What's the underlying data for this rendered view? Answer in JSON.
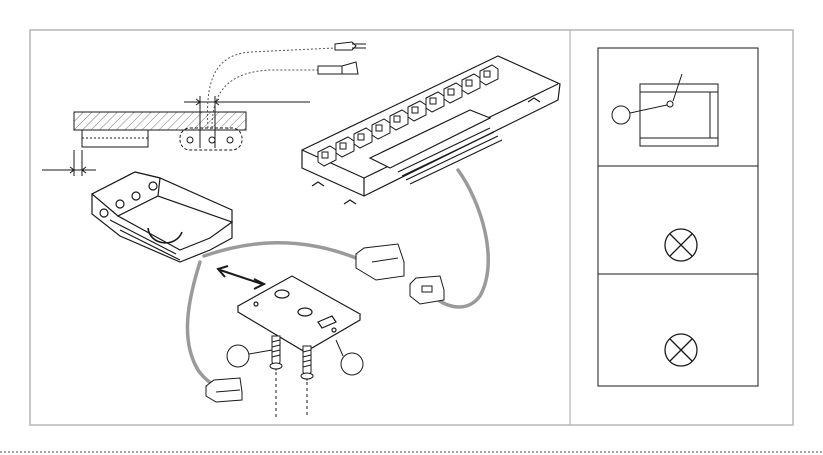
{
  "figure": {
    "type": "installation-diagram",
    "colors": {
      "line": "#1a1a1a",
      "cable": "#9a9a9a",
      "frame": "#b5b5b5",
      "hatch": "#777777",
      "fill": "#ffffff"
    },
    "main_panel": {
      "parts": [
        "cabinet-shelf-section",
        "dual-cable-terminals",
        "led-spotlight-housing",
        "mounting-plate",
        "mounting-screws",
        "plug-connector",
        "socket-connector",
        "distributor-box",
        "end-plug"
      ],
      "distributor_ports": 10,
      "screws": 2,
      "callout_circles": 2
    },
    "side_panel": {
      "rows": [
        {
          "id": "row-top",
          "content": "spot-detail"
        },
        {
          "id": "row-middle",
          "content": "lamp-symbol"
        },
        {
          "id": "row-bottom",
          "content": "lamp-symbol"
        }
      ],
      "icons": [
        "lamp-symbol-icon",
        "lamp-symbol-icon"
      ]
    }
  }
}
